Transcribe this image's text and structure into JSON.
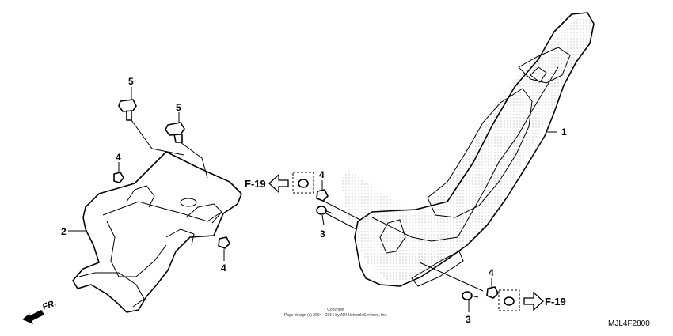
{
  "diagram": {
    "callouts": {
      "c1": "1",
      "c2": "2",
      "c3a": "3",
      "c3b": "3",
      "c4a": "4",
      "c4b": "4",
      "c4c": "4",
      "c4d": "4",
      "c5a": "5",
      "c5b": "5"
    },
    "refs": {
      "left": "F-19",
      "right": "F-19"
    },
    "direction": "FR.",
    "copyright_line1": "Copyright",
    "copyright_line2": "Page design (c) 2004 - 2014 by ARI Network Services, Inc.",
    "diagram_code": "MJL4F2800"
  },
  "colors": {
    "line": "#000000",
    "background": "#ffffff",
    "hatch": "#9a9a9a"
  }
}
